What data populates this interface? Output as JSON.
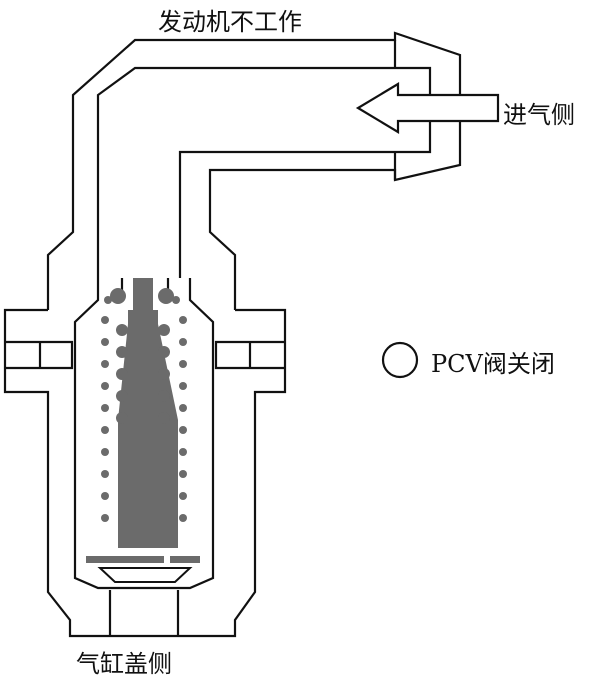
{
  "labels": {
    "title": "发动机不工作",
    "intake_side": "进气侧",
    "cylinder_head_side": "气缸盖侧",
    "valve_status": "PCV阀关闭"
  },
  "colors": {
    "stroke": "#111111",
    "fill_metal": "#6b6b6b",
    "background": "#ffffff"
  },
  "icons": {
    "flow_arrow": "left-arrow-outline",
    "status_marker": "open-circle"
  }
}
